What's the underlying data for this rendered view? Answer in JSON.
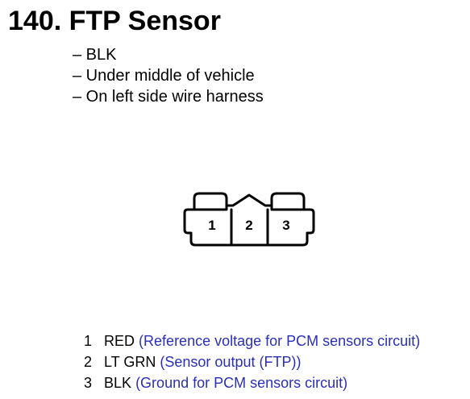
{
  "title": "140. FTP Sensor",
  "details": [
    "– BLK",
    "– Under middle of vehicle",
    "– On left side wire harness"
  ],
  "connector": {
    "pin_labels": [
      "1",
      "2",
      "3"
    ]
  },
  "pins": [
    {
      "number": "1",
      "color": "RED",
      "description": "(Reference voltage for PCM sensors circuit)"
    },
    {
      "number": "2",
      "color": "LT GRN",
      "description": "(Sensor output (FTP))"
    },
    {
      "number": "3",
      "color": "BLK",
      "description": "(Ground for PCM sensors circuit)"
    }
  ],
  "colors": {
    "text": "#000000",
    "description": "#2a2fb8"
  }
}
